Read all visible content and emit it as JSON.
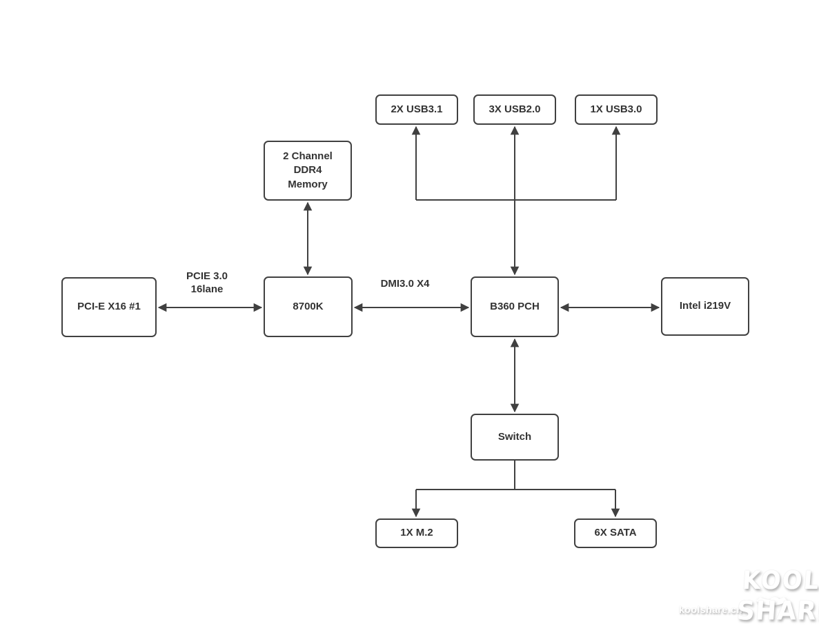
{
  "diagram": {
    "nodes": {
      "usb31": {
        "label": "2X USB3.1"
      },
      "usb20": {
        "label": "3X USB2.0"
      },
      "usb30": {
        "label": "1X USB3.0"
      },
      "memory": {
        "label": "2 Channel\nDDR4\nMemory"
      },
      "pcie_x16": {
        "label": "PCI-E X16 #1"
      },
      "cpu": {
        "label": "8700K"
      },
      "pch": {
        "label": "B360 PCH"
      },
      "nic": {
        "label": "Intel i219V"
      },
      "switch": {
        "label": "Switch"
      },
      "m2": {
        "label": "1X M.2"
      },
      "sata": {
        "label": "6X SATA"
      }
    },
    "edge_labels": {
      "pcie_link": "PCIE 3.0\n16lane",
      "dmi_link": "DMI3.0 X4"
    },
    "edges": [
      {
        "from": "memory",
        "to": "cpu",
        "style": "bidirectional"
      },
      {
        "from": "pcie_x16",
        "to": "cpu",
        "style": "bidirectional",
        "label": "PCIE 3.0 16lane"
      },
      {
        "from": "cpu",
        "to": "pch",
        "style": "bidirectional",
        "label": "DMI3.0 X4"
      },
      {
        "from": "pch",
        "to": "nic",
        "style": "bidirectional"
      },
      {
        "from": "pch",
        "to": "usb20",
        "style": "bidirectional"
      },
      {
        "from": "pch",
        "to": "usb31",
        "style": "arrow"
      },
      {
        "from": "pch",
        "to": "usb30",
        "style": "arrow"
      },
      {
        "from": "pch",
        "to": "switch",
        "style": "bidirectional"
      },
      {
        "from": "switch",
        "to": "m2",
        "style": "arrow"
      },
      {
        "from": "switch",
        "to": "sata",
        "style": "arrow"
      }
    ],
    "colors": {
      "box_border": "#404040",
      "line": "#404040",
      "text": "#333333",
      "background": "#ffffff"
    }
  },
  "watermark": {
    "site_url": "koolshare.cn",
    "logo_line1": "KOOL",
    "logo_line2": "SHARE"
  }
}
